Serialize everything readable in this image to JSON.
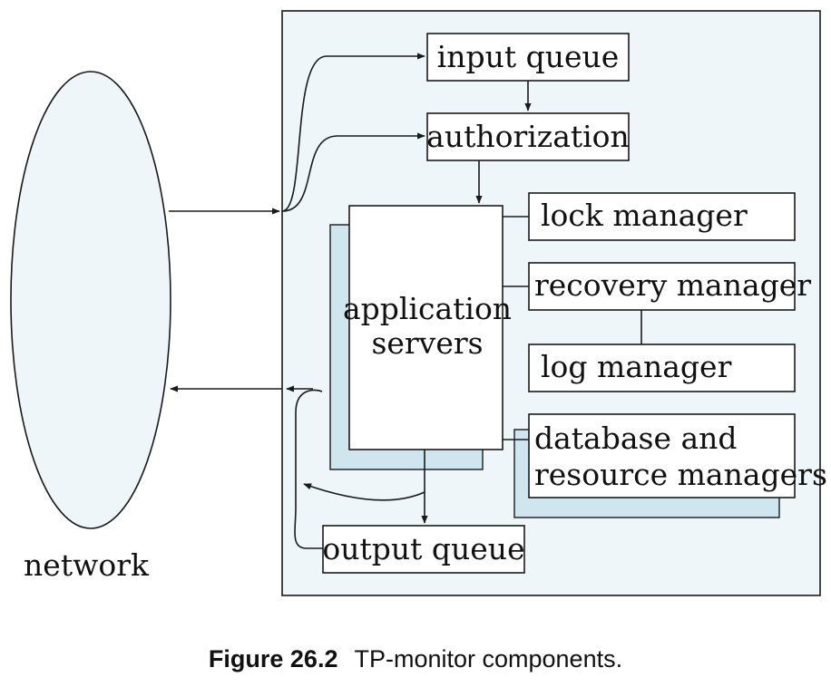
{
  "diagram": {
    "network": "network",
    "input_queue": "input queue",
    "authorization": "authorization",
    "application_servers_line1": "application",
    "application_servers_line2": "servers",
    "lock_manager": "lock manager",
    "recovery_manager": "recovery manager",
    "log_manager": "log manager",
    "db_managers_line1": "database and",
    "db_managers_line2": "resource managers",
    "output_queue": "output queue"
  },
  "caption": {
    "label": "Figure 26.2",
    "text": "TP-monitor components."
  }
}
